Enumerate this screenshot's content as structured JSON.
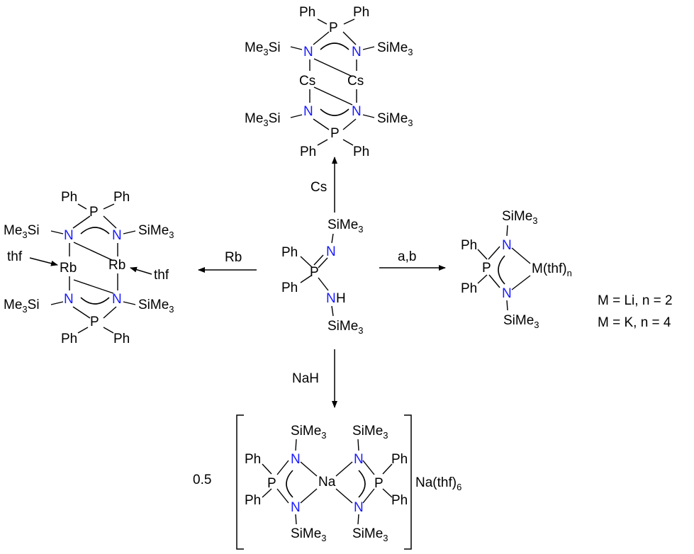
{
  "labels": {
    "Ph": "Ph",
    "P": "P",
    "N": "N",
    "NH": "NH",
    "SiMe3": "SiMe",
    "Me3Si": "Me",
    "Si": "Si",
    "sub3": "3",
    "Cs": "Cs",
    "Rb": "Rb",
    "thf": "thf",
    "Na": "Na",
    "M": "M(thf)",
    "n": "n",
    "Nathf": "Na(thf)",
    "six": "6"
  },
  "reagents": {
    "cs": "Cs",
    "rb": "Rb",
    "ab": "a,b",
    "nah": "NaH"
  },
  "conditions": {
    "li": "M = Li, n = 2",
    "k": "M = K,  n = 4"
  },
  "coefficient": "0.5"
}
